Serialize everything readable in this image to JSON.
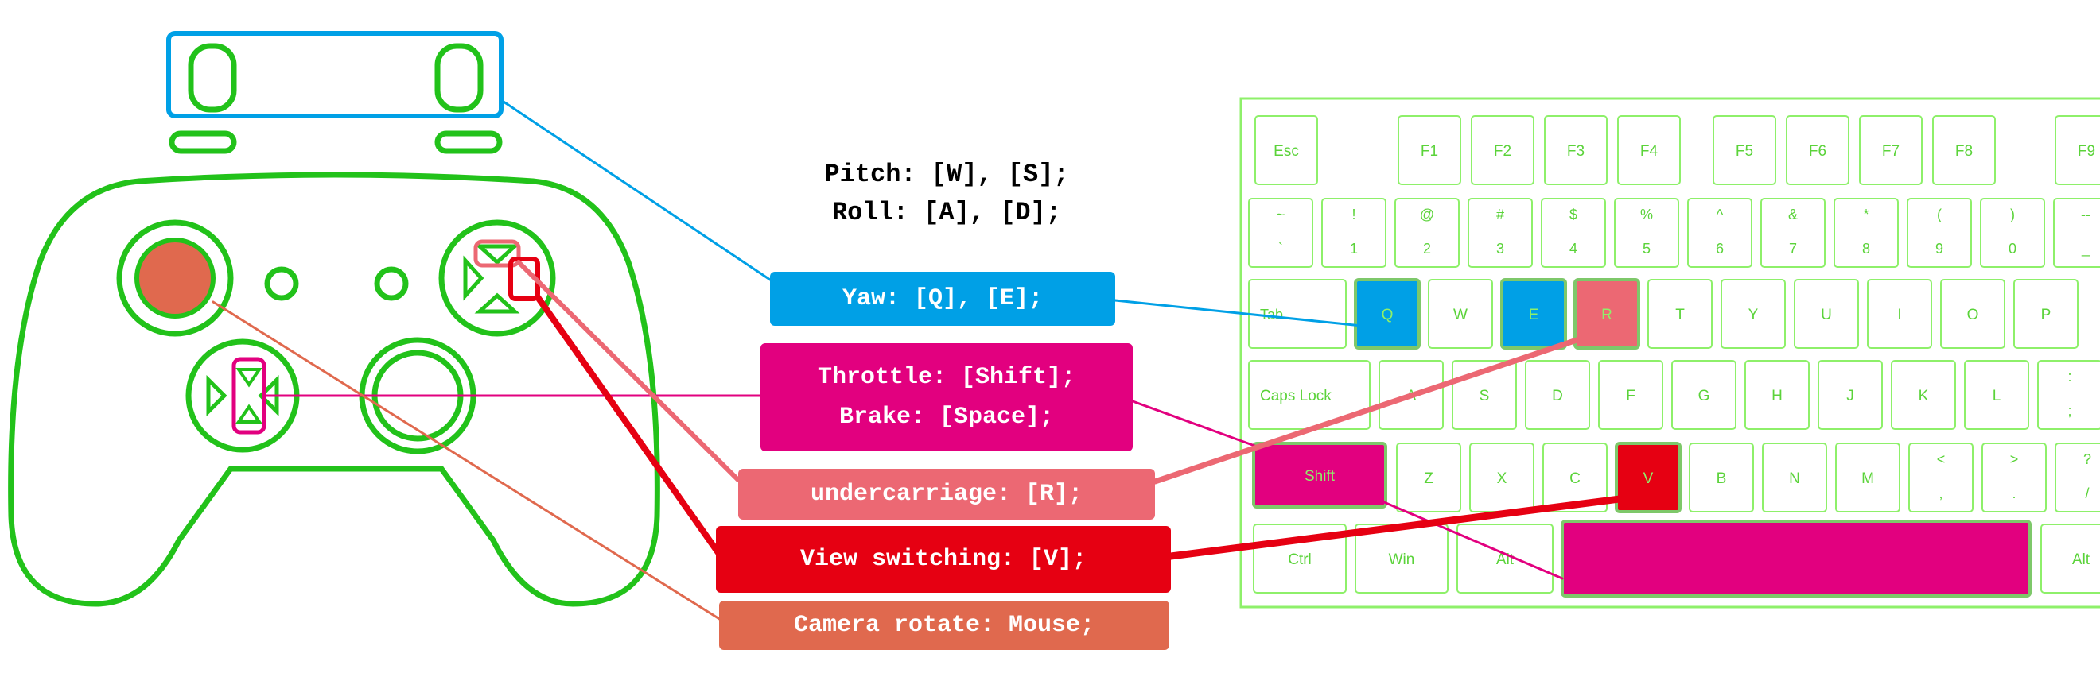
{
  "colors": {
    "outline_green": "#22c21a",
    "keyboard_green": "#8ef06a",
    "yaw": "#00a0e6",
    "throttle": "#e2007f",
    "undercarriage": "#ec6873",
    "view": "#e60012",
    "camera": "#e0694e"
  },
  "axes_text": {
    "pitch": "Pitch: [W], [S];",
    "roll": "Roll: [A], [D];"
  },
  "labels": {
    "yaw": "Yaw: [Q], [E];",
    "throttle": "Throttle: [Shift];",
    "brake": "Brake: [Space];",
    "undercarriage": "undercarriage: [R];",
    "view": "View switching: [V];",
    "camera": "Camera rotate: Mouse;"
  },
  "keyboard": {
    "row_fn": [
      "Esc",
      "F1",
      "F2",
      "F3",
      "F4",
      "F5",
      "F6",
      "F7",
      "F8",
      "F9"
    ],
    "row_num": [
      {
        "top": "~",
        "bot": "`"
      },
      {
        "top": "!",
        "bot": "1"
      },
      {
        "top": "@",
        "bot": "2"
      },
      {
        "top": "#",
        "bot": "3"
      },
      {
        "top": "$",
        "bot": "4"
      },
      {
        "top": "%",
        "bot": "5"
      },
      {
        "top": "^",
        "bot": "6"
      },
      {
        "top": "&",
        "bot": "7"
      },
      {
        "top": "*",
        "bot": "8"
      },
      {
        "top": "(",
        "bot": "9"
      },
      {
        "top": ")",
        "bot": "0"
      },
      {
        "top": "--",
        "bot": "_"
      }
    ],
    "row_q": [
      "Tab",
      "Q",
      "W",
      "E",
      "R",
      "T",
      "Y",
      "U",
      "I",
      "O",
      "P"
    ],
    "row_a": [
      "Caps Lock",
      "A",
      "S",
      "D",
      "F",
      "G",
      "H",
      "J",
      "K",
      "L",
      ":"
    ],
    "row_a_sub": ";",
    "row_z": [
      "Shift",
      "Z",
      "X",
      "C",
      "V",
      "B",
      "N",
      "M"
    ],
    "row_z_sym": [
      {
        "top": "<",
        "bot": ","
      },
      {
        "top": ">",
        "bot": "."
      },
      {
        "top": "?",
        "bot": "/"
      }
    ],
    "row_bottom": [
      "Ctrl",
      "Win",
      "Alt",
      "Alt"
    ]
  }
}
